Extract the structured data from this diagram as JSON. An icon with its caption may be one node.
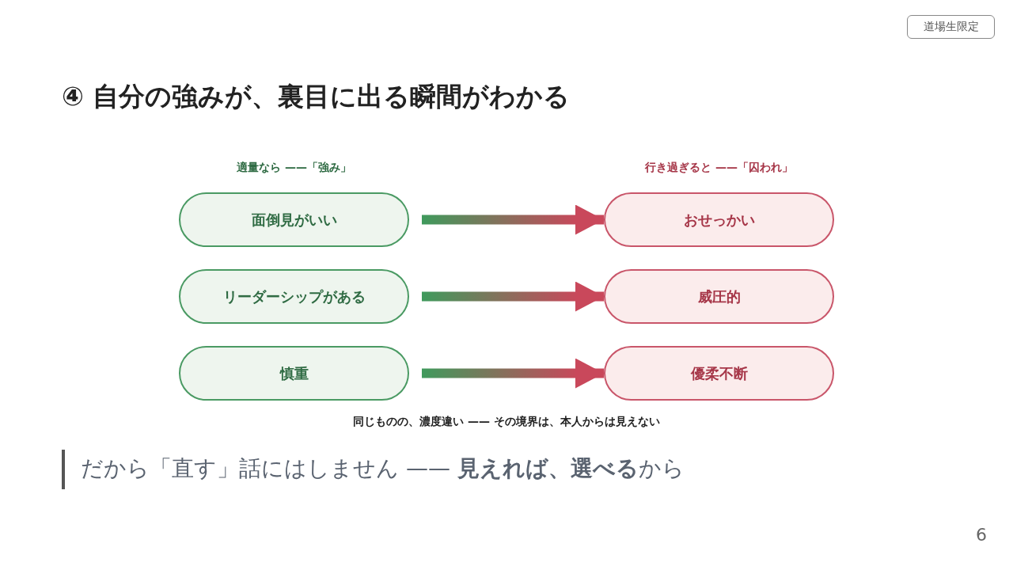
{
  "diagram": {
    "title": "④ 自分の強みが、裏目に出る瞬間がわかる",
    "nodes": [
      {
        "text": [
          "面倒見がいい"
        ]
      },
      {
        "text": [
          "おせっかい"
        ]
      },
      {
        "text": [
          "リーダーシップがある"
        ]
      },
      {
        "text": [
          "威圧的"
        ]
      },
      {
        "text": [
          "慎重"
        ]
      },
      {
        "text": [
          "優柔不断"
        ]
      }
    ],
    "edges": [
      {
        "from": 0,
        "to": 1,
        "arrow": "to"
      },
      {
        "from": 2,
        "to": 3,
        "arrow": "to"
      },
      {
        "from": 4,
        "to": 5,
        "arrow": "to"
      }
    ],
    "labels": [
      "道場生限定",
      "適量なら ——「強み」",
      "行き過ぎると ——「囚われ」",
      "同じものの、濃度違い —— その境界は、本人からは見えない",
      "だから「直す」話にはしません —— **見えれば、選べる**から",
      "6"
    ]
  }
}
